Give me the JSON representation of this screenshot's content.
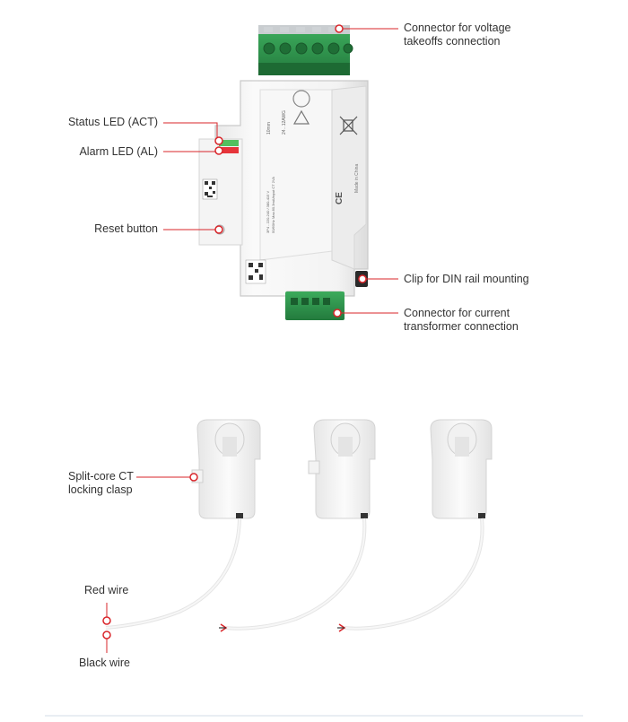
{
  "labels": {
    "voltage_connector": "Connector for voltage\ntakeoffs connection",
    "status_led": "Status LED (ACT)",
    "alarm_led": "Alarm LED (AL)",
    "reset_button": "Reset button",
    "din_clip": "Clip for DIN rail mounting",
    "ct_connector": "Connector for current\ntransformer connection",
    "ct_clasp": "Split-core CT\nlocking clasp",
    "red_wire": "Red wire",
    "black_wire": "Black wire"
  },
  "device": {
    "spec_line_1": "10mm",
    "spec_line_2": "24...12AWG",
    "side_text": "Made in China",
    "ce_mark": "CE",
    "ratings": [
      "3P4 - 220-240 / 380-415 V",
      "50/60Hz",
      "Max. 80..3mA/input CT",
      "2VA"
    ],
    "ratings_2": "50/60Hz  Max 80.3mA/input CT  2VA"
  },
  "colors": {
    "accent_red": "#d9252a",
    "terminal_green": "#2e9b50",
    "led_green": "#52c05e",
    "led_red": "#e6343a",
    "leader_line": "#d9252a"
  }
}
